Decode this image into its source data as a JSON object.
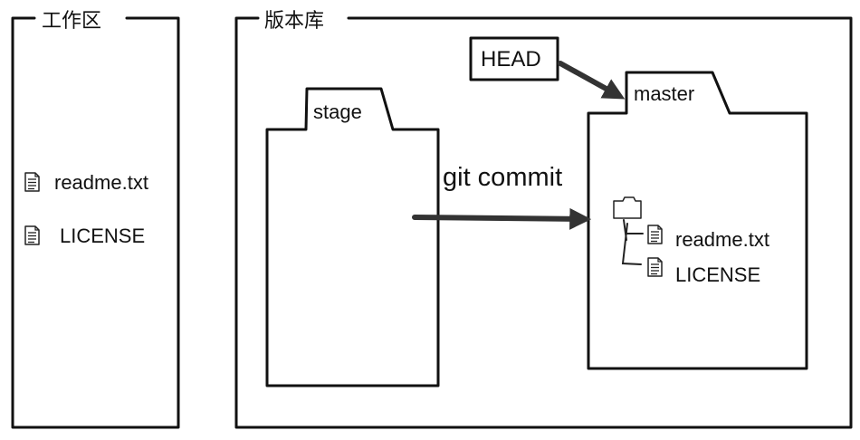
{
  "workspace": {
    "title": "工作区",
    "files": [
      "readme.txt",
      "LICENSE"
    ]
  },
  "repository": {
    "title": "版本库",
    "stage_label": "stage",
    "branch_label": "master",
    "head_label": "HEAD",
    "commit_label": "git commit",
    "tree_files": [
      "readme.txt",
      "LICENSE"
    ]
  },
  "icons": {
    "file": "file-icon",
    "folder": "folder-icon"
  }
}
